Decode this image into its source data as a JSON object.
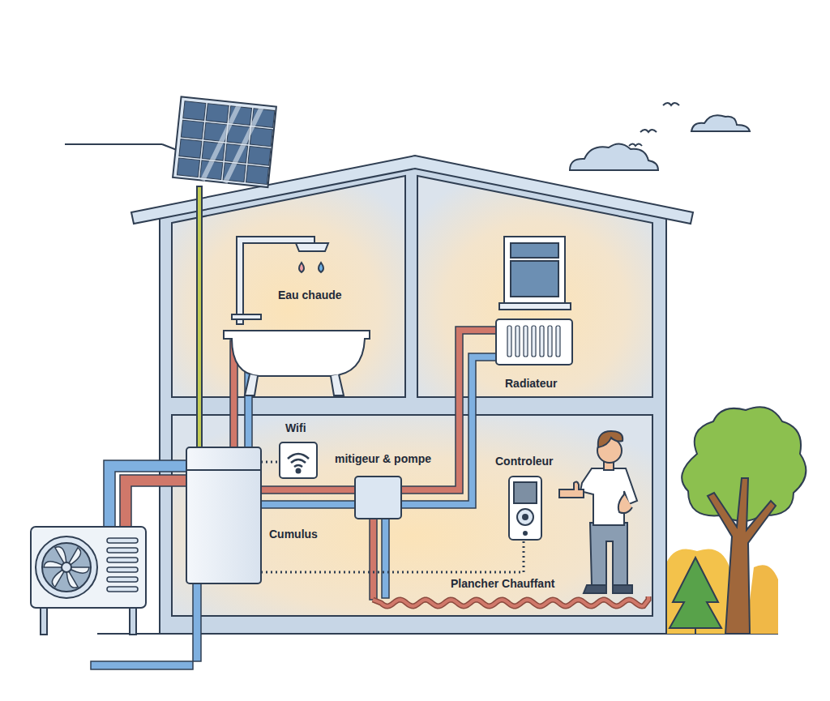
{
  "diagram": {
    "labels": [
      "Eau chaude",
      "Wifi",
      "mitigeur & pompe",
      "Controleur",
      "Radiateur",
      "Cumulus",
      "Plancher Chauffant"
    ]
  }
}
